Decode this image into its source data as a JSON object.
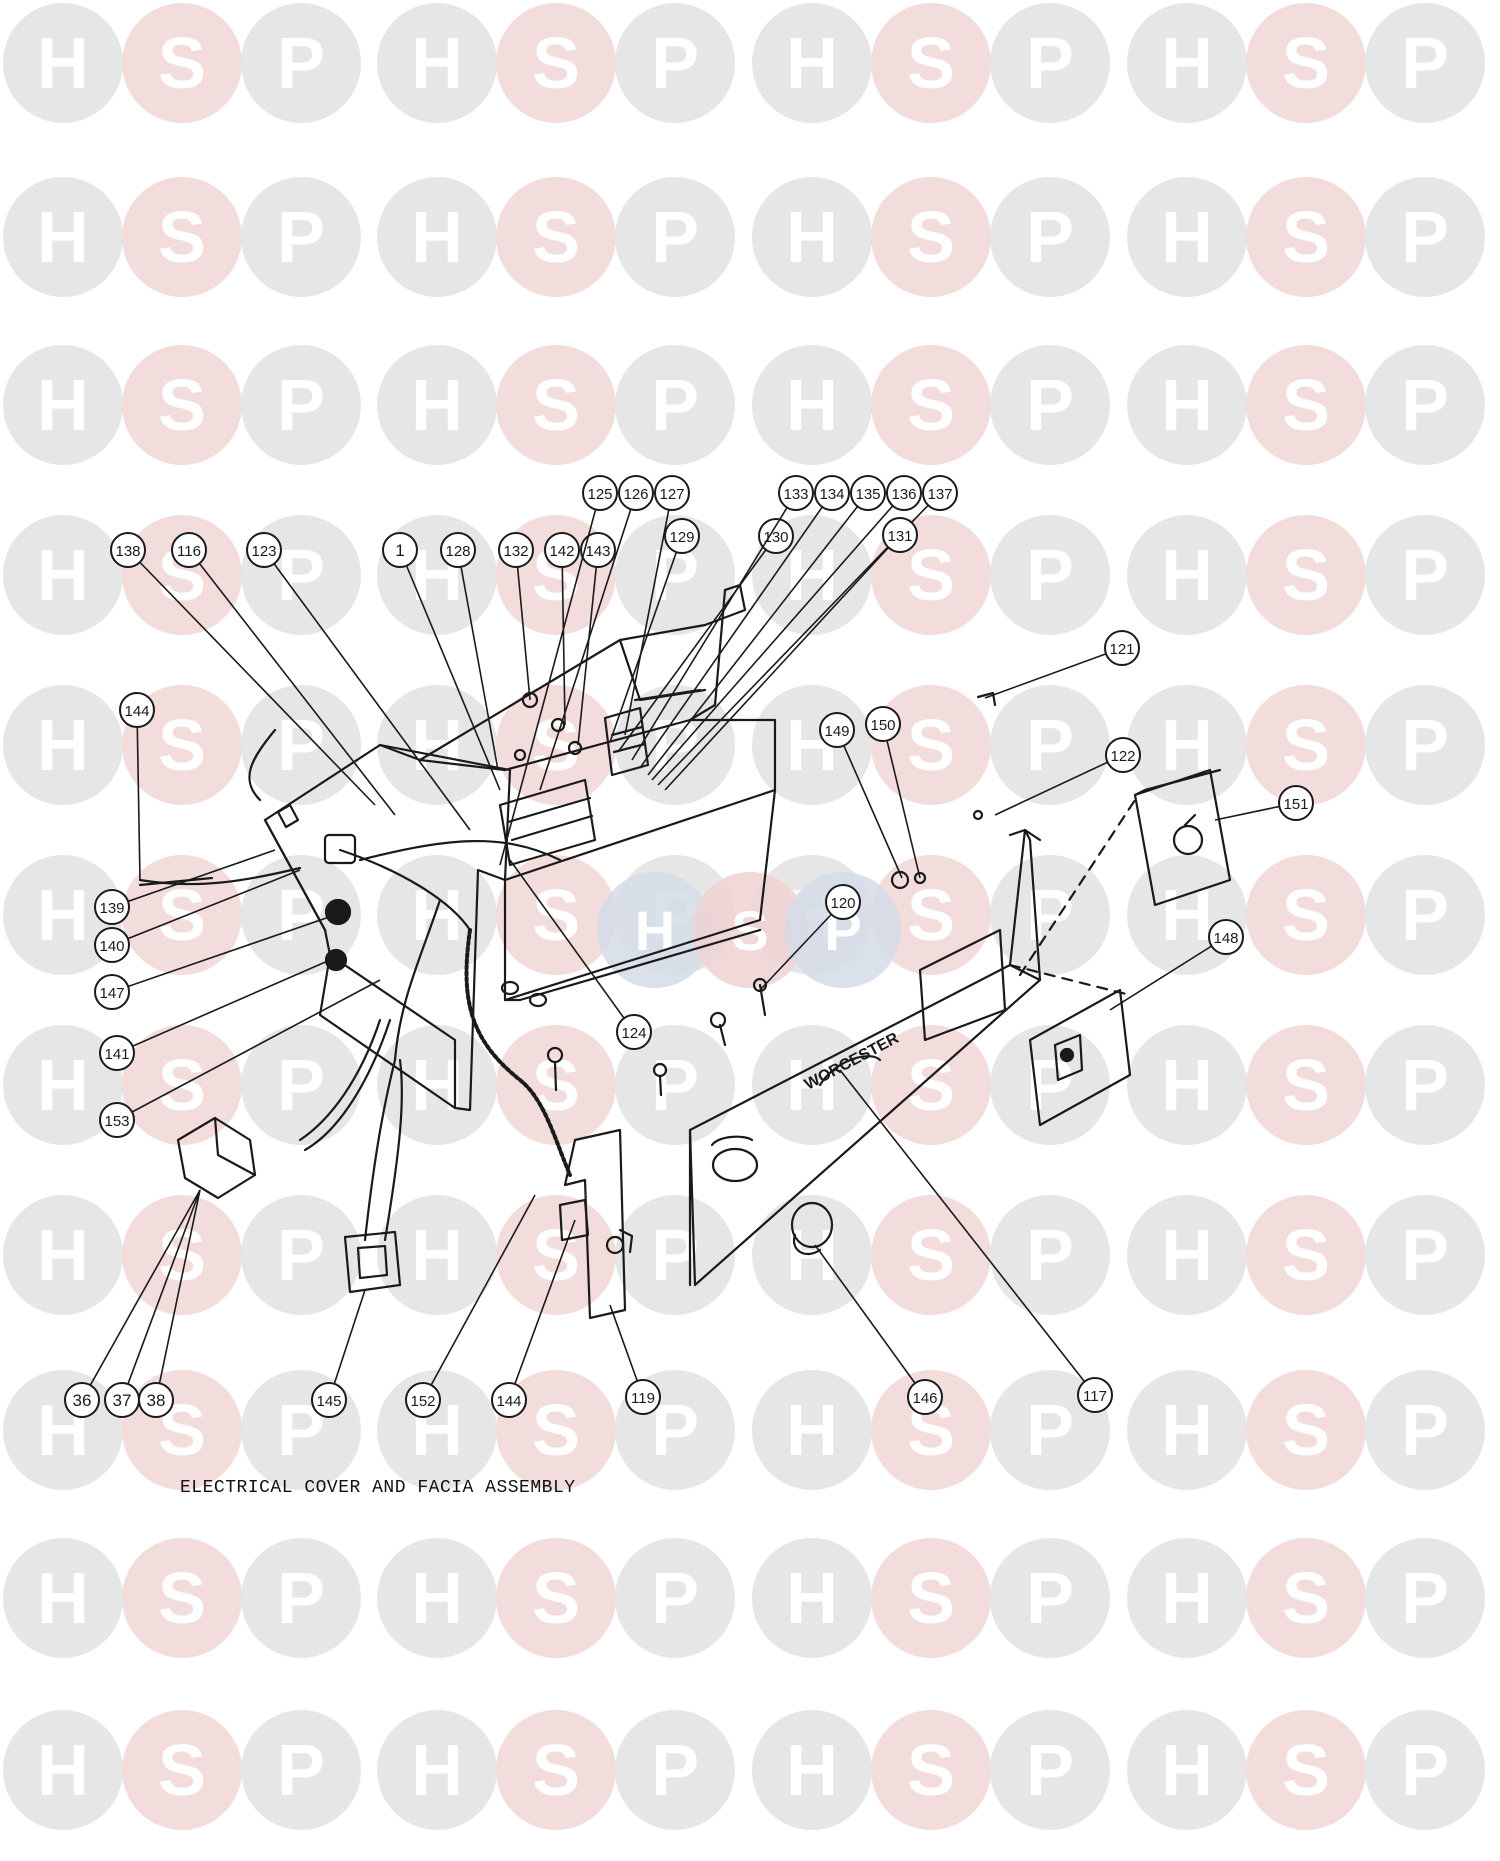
{
  "watermark": {
    "letters": [
      "H",
      "S",
      "P"
    ],
    "colors": {
      "grey": "#e6e6e6",
      "pink": "#f3dcdc",
      "letter": "#ffffff",
      "center_blue": "#d3dce8",
      "center_pink": "#eed2d2"
    }
  },
  "caption": "ELECTRICAL COVER AND FACIA ASSEMBLY",
  "facia_brand_text": "WORCESTER",
  "callouts": [
    "138",
    "116",
    "123",
    "1",
    "128",
    "132",
    "142",
    "143",
    "125",
    "126",
    "127",
    "129",
    "130",
    "133",
    "134",
    "135",
    "136",
    "137",
    "131",
    "121",
    "149",
    "150",
    "122",
    "151",
    "144",
    "139",
    "140",
    "147",
    "120",
    "148",
    "141",
    "153",
    "124",
    "36",
    "37",
    "38",
    "145",
    "152",
    "144",
    "119",
    "146",
    "117"
  ],
  "colors": {
    "ink": "#1a1a1a",
    "paper": "#ffffff"
  }
}
